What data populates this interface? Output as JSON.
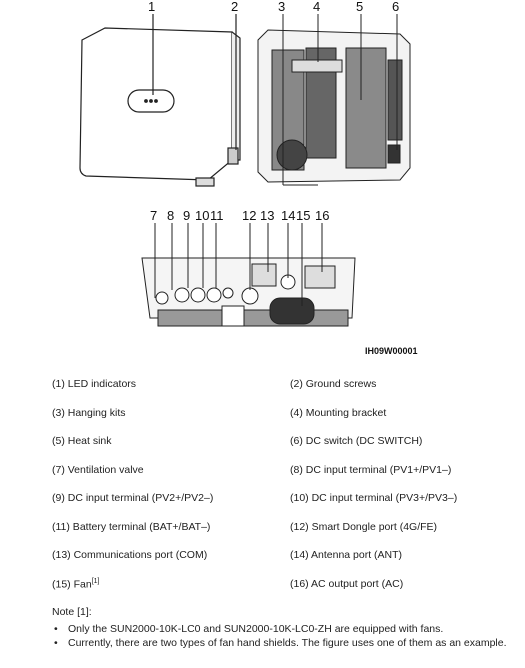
{
  "figure": {
    "callouts_top": [
      "1",
      "2",
      "3",
      "4",
      "5",
      "6"
    ],
    "callouts_bottom": [
      "7",
      "8",
      "9",
      "10",
      "11",
      "12",
      "13",
      "14",
      "15",
      "16"
    ],
    "figure_id": "IH09W00001"
  },
  "legend": [
    [
      "(1) LED indicators",
      "(2) Ground screws"
    ],
    [
      "(3) Hanging kits",
      "(4) Mounting bracket"
    ],
    [
      "(5) Heat sink",
      "(6) DC switch (DC SWITCH)"
    ],
    [
      "(7) Ventilation valve",
      "(8) DC input terminal (PV1+/PV1–)"
    ],
    [
      "(9) DC input terminal (PV2+/PV2–)",
      "(10) DC input terminal (PV3+/PV3–)"
    ],
    [
      "(11) Battery terminal (BAT+/BAT–)",
      "(12) Smart Dongle port (4G/FE)"
    ],
    [
      "(13) Communications port (COM)",
      "(14) Antenna port (ANT)"
    ],
    [
      "(15) Fan",
      "(16) AC output port (AC)"
    ]
  ],
  "fan_footnote_marker": "[1]",
  "note": {
    "title": "Note [1]:",
    "items": [
      "Only the SUN2000-10K-LC0 and SUN2000-10K-LC0-ZH are equipped with fans.",
      "Currently, there are two types of fan hand shields. The figure uses one of them as an example."
    ]
  }
}
